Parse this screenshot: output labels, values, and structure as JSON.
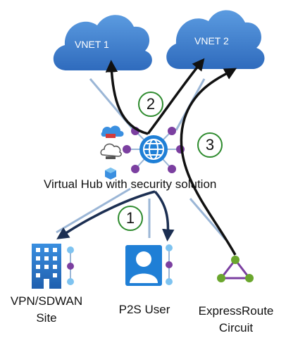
{
  "clouds": [
    {
      "label": "VNET 1"
    },
    {
      "label": "VNET 2"
    }
  ],
  "hub": {
    "label": "Virtual Hub with security solution"
  },
  "endpoints": [
    {
      "label_line1": "VPN/SDWAN",
      "label_line2": "Site",
      "icon": "building-icon"
    },
    {
      "label_line1": "P2S User",
      "icon": "user-icon"
    },
    {
      "label_line1": "ExpressRoute",
      "label_line2": "Circuit",
      "icon": "expressroute-triangle-icon"
    }
  ],
  "flows": [
    {
      "number": "1"
    },
    {
      "number": "2"
    },
    {
      "number": "3"
    }
  ],
  "colors": {
    "cloud": "#3f7fd0",
    "hub_blue": "#1f7fd6",
    "connector": "#9bb6d6",
    "node": "#7b3fa0",
    "arrow_black": "#111111",
    "arrow_navy": "#1c2f52",
    "expressroute_green": "#6aa62d",
    "badge_ring": "#2e8b2e"
  }
}
